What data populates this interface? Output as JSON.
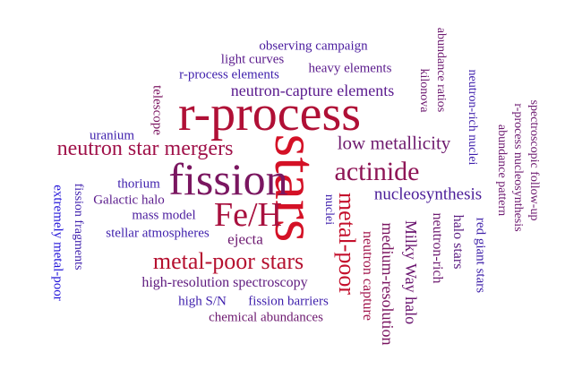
{
  "palette": {
    "red": "#c8102e",
    "crimson": "#a0124a",
    "magenta": "#8e1568",
    "purple": "#6d1a86",
    "indigo": "#3b1fb0",
    "blue": "#1f10d8"
  },
  "words": [
    {
      "text": "r-process",
      "color": "#b01036"
    },
    {
      "text": "stars",
      "color": "#d41126"
    },
    {
      "text": "fission",
      "color": "#7a1660"
    },
    {
      "text": "Fe/H",
      "color": "#a8103e"
    },
    {
      "text": "actinide",
      "color": "#8e1556"
    },
    {
      "text": "metal-poor stars",
      "color": "#b5102f"
    },
    {
      "text": "metal-poor",
      "color": "#c4102c"
    },
    {
      "text": "neutron star mergers",
      "color": "#a0124a"
    },
    {
      "text": "low metallicity",
      "color": "#6e1a6e"
    },
    {
      "text": "neutron-capture elements",
      "color": "#5a1a8e"
    },
    {
      "text": "nucleosynthesis",
      "color": "#4a1c98"
    },
    {
      "text": "Milky Way halo",
      "color": "#6b1670"
    },
    {
      "text": "medium-resolution",
      "color": "#7a1460"
    },
    {
      "text": "neutron capture",
      "color": "#a0124a"
    },
    {
      "text": "high-resolution spectroscopy",
      "color": "#5e1a7e"
    },
    {
      "text": "neutron-rich",
      "color": "#6d1a70"
    },
    {
      "text": "halo stars",
      "color": "#5a1b80"
    },
    {
      "text": "red giant stars",
      "color": "#3d1fa8"
    },
    {
      "text": "observing campaign",
      "color": "#4a1c9e"
    },
    {
      "text": "light curves",
      "color": "#5a1b8c"
    },
    {
      "text": "heavy elements",
      "color": "#5a1b8c"
    },
    {
      "text": "r-process elements",
      "color": "#3e1fac"
    },
    {
      "text": "telescope",
      "color": "#7a1460"
    },
    {
      "text": "uranium",
      "color": "#3e1fac"
    },
    {
      "text": "thorium",
      "color": "#3e1fac"
    },
    {
      "text": "Galactic halo",
      "color": "#5a1b8c"
    },
    {
      "text": "mass model",
      "color": "#4a1c9e"
    },
    {
      "text": "stellar atmospheres",
      "color": "#3e1fac"
    },
    {
      "text": "ejecta",
      "color": "#6d1a70"
    },
    {
      "text": "nuclei",
      "color": "#3e1fac"
    },
    {
      "text": "high S/N",
      "color": "#3e1fac"
    },
    {
      "text": "fission barriers",
      "color": "#3e1fac"
    },
    {
      "text": "chemical abundances",
      "color": "#6d1a70"
    },
    {
      "text": "fission fragments",
      "color": "#3e1fac"
    },
    {
      "text": "extremely metal-poor",
      "color": "#1f10d8"
    },
    {
      "text": "kilonova",
      "color": "#6d1a70"
    },
    {
      "text": "abundance ratios",
      "color": "#6d1a70"
    },
    {
      "text": "neutron-rich nuclei",
      "color": "#3e1fac"
    },
    {
      "text": "spectroscopic follow-up",
      "color": "#6d1a70"
    },
    {
      "text": "r-process nucleosynthesis",
      "color": "#6d1a70"
    },
    {
      "text": "abundance pattern",
      "color": "#6d1a70"
    }
  ]
}
